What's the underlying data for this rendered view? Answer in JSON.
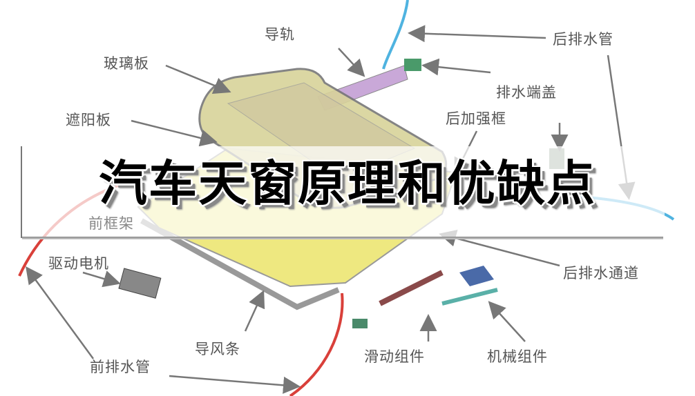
{
  "title": "汽车天窗原理和优缺点",
  "labels": {
    "guide_rail": "导轨",
    "glass_panel": "玻璃板",
    "sunshade": "遮阳板",
    "rear_drain_pipe": "后排水管",
    "drain_end_cap": "排水端盖",
    "rear_reinforcement_frame": "后加强框",
    "front_frame": "前框架",
    "drive_motor": "驱动电机",
    "rear_drain_channel": "后排水通道",
    "wind_deflector": "导风条",
    "sliding_assembly": "滑动组件",
    "mechanical_assembly": "机械组件",
    "front_drain_pipe": "前排水管"
  },
  "colors": {
    "front_drain_pipe": "#d9403a",
    "rear_drain_pipe": "#4fb3e0",
    "frame": "#e8e25a",
    "glass": "#c9c48a",
    "arrow": "#777777"
  }
}
